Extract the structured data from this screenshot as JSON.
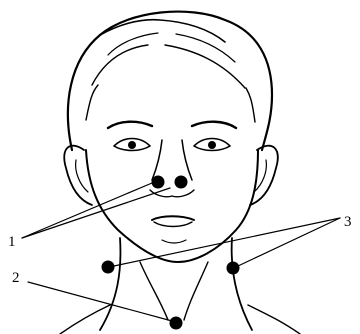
{
  "figure": {
    "labels": [
      {
        "id": "1",
        "text": "1",
        "point_count": 2
      },
      {
        "id": "2",
        "text": "2",
        "point_count": 1
      },
      {
        "id": "3",
        "text": "3",
        "point_count": 2
      }
    ],
    "colors": {
      "ink": "#000000",
      "background": "#ffffff"
    }
  }
}
